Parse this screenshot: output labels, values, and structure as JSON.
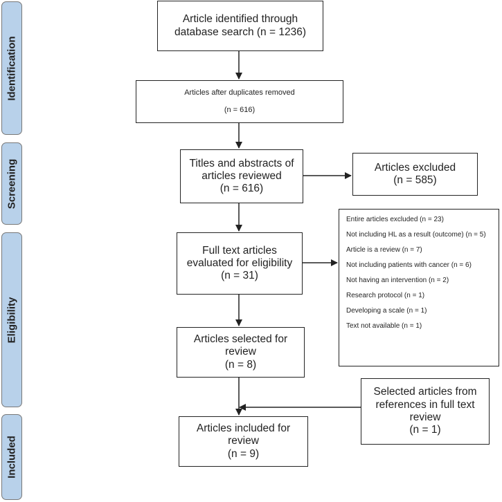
{
  "phases": {
    "identification": "Identification",
    "screening": "Screening",
    "eligibility": "Eligibility",
    "included": "Included"
  },
  "boxes": {
    "identified": {
      "line1": "Article identified through",
      "line2": "database search (n = 1236)"
    },
    "duplicates": {
      "line1": "Articles after duplicates removed",
      "line2": "(n = 616)"
    },
    "screened": {
      "line1": "Titles and abstracts of",
      "line2": "articles reviewed",
      "line3": "(n = 616)"
    },
    "excluded_screening": {
      "line1": "Articles excluded",
      "line2": "(n = 585)"
    },
    "fulltext": {
      "line1": "Full text articles",
      "line2": "evaluated for eligibility",
      "line3": "(n = 31)"
    },
    "selected": {
      "line1": "Articles selected for",
      "line2": "review",
      "line3": "(n = 8)"
    },
    "references": {
      "line1": "Selected articles from",
      "line2": "references in full text",
      "line3": "review",
      "line4": "(n = 1)"
    },
    "included": {
      "line1": "Articles included for",
      "line2": "review",
      "line3": "(n = 9)"
    }
  },
  "fulltext_exclusions": [
    "Entire articles excluded (n = 23)",
    "Not including HL as a result (outcome) (n = 5)",
    "Article is a review (n = 7)",
    "Not including patients with cancer (n = 6)",
    "Not having an intervention (n = 2)",
    "Research protocol (n = 1)",
    "Developing a scale (n = 1)",
    "Text not available (n = 1)"
  ],
  "colors": {
    "phase_fill": "#b8d1ea",
    "border": "#222222"
  }
}
